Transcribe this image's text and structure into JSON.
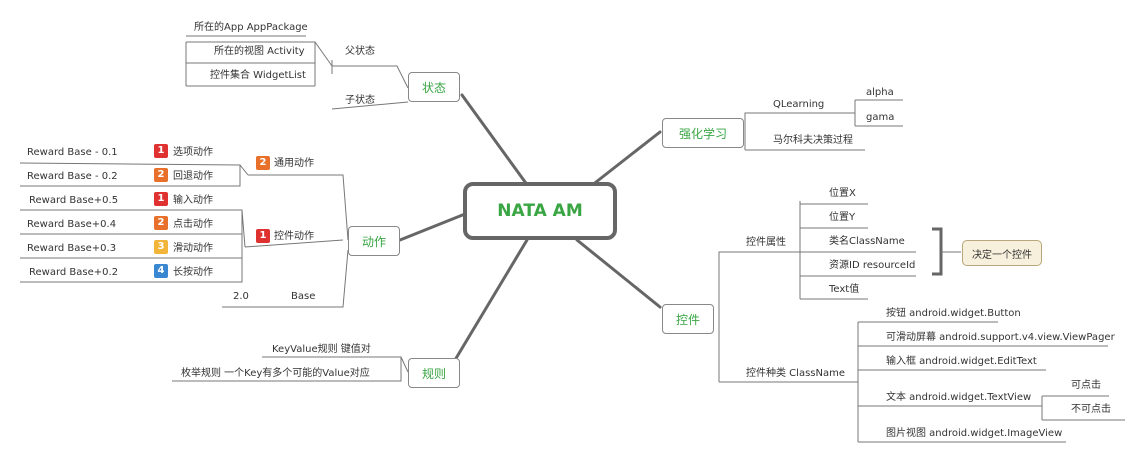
{
  "center": {
    "title": "NATA AM"
  },
  "branches": {
    "state": {
      "label": "状态",
      "parent_label": "父状态",
      "child_label": "子状态",
      "parent_items": [
        "所在的App AppPackage",
        "所在的视图 Activity",
        "控件集合 WidgetList"
      ]
    },
    "action": {
      "label": "动作",
      "common": {
        "badge": "2",
        "label": "通用动作",
        "items": [
          {
            "badge": "1",
            "label": "选项动作",
            "reward": "Reward Base - 0.1"
          },
          {
            "badge": "2",
            "label": "回退动作",
            "reward": "Reward Base - 0.2"
          }
        ]
      },
      "widget": {
        "badge": "1",
        "label": "控件动作",
        "items": [
          {
            "badge": "1",
            "label": "输入动作",
            "reward": "Reward  Base+0.5"
          },
          {
            "badge": "2",
            "label": "点击动作",
            "reward": "Reward  Base+0.4"
          },
          {
            "badge": "3",
            "label": "滑动动作",
            "reward": "Reward  Base+0.3"
          },
          {
            "badge": "4",
            "label": "长按动作",
            "reward": "Reward  Base+0.2"
          }
        ]
      },
      "base": {
        "label": "Base",
        "value": "2.0"
      }
    },
    "rules": {
      "label": "规则",
      "items": [
        "KeyValue规则   键值对",
        "枚举规则   一个Key有多个可能的Value对应"
      ]
    },
    "rl": {
      "label": "强化学习",
      "qlearning": "QLearning",
      "params": [
        "alpha",
        "gama"
      ],
      "mdp": "马尔科夫决策过程"
    },
    "widget": {
      "label": "控件",
      "attrs": {
        "label": "控件属性",
        "items": [
          "位置X",
          "位置Y",
          "类名ClassName",
          "资源ID resourceId",
          "Text值"
        ],
        "callout": "决定一个控件"
      },
      "types": {
        "label": "控件种类 ClassName",
        "items": [
          "按钮 android.widget.Button",
          "可滑动屏幕 android.support.v4.view.ViewPager",
          "输入框 android.widget.EditText",
          "文本 android.widget.TextView",
          "图片视图 android.widget.ImageView"
        ],
        "textview_sub": [
          "可点击",
          "不可点击"
        ]
      }
    }
  },
  "colors": {
    "accent": "#39a543",
    "trunk": "#666666",
    "line": "#777777",
    "callout_bg": "#f7f0dd"
  }
}
